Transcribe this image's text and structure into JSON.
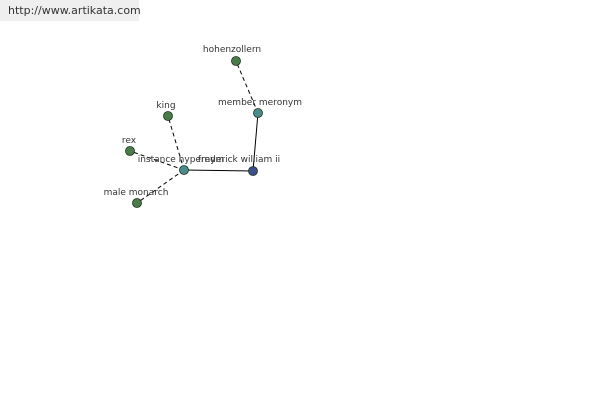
{
  "watermark": "http://www.artikata.com",
  "colors": {
    "leaf": "#4a7c4a",
    "relation": "#4a8c8c",
    "center": "#3d4f8c",
    "edge": "#000000"
  },
  "nodes": {
    "hohenzollern": {
      "label": "hohenzollern",
      "kind": "leaf"
    },
    "member_meronym": {
      "label": "member meronym",
      "kind": "relation"
    },
    "king": {
      "label": "king",
      "kind": "leaf"
    },
    "rex": {
      "label": "rex",
      "kind": "leaf"
    },
    "instance_hypernym": {
      "label": "instance hypernym",
      "kind": "relation"
    },
    "frederick_william_ii": {
      "label": "frederick william ii",
      "kind": "center"
    },
    "male_monarch": {
      "label": "male monarch",
      "kind": "leaf"
    }
  },
  "edges": [
    {
      "from": "frederick_william_ii",
      "to": "instance_hypernym",
      "style": "solid"
    },
    {
      "from": "frederick_william_ii",
      "to": "member_meronym",
      "style": "solid"
    },
    {
      "from": "member_meronym",
      "to": "hohenzollern",
      "style": "dashed"
    },
    {
      "from": "instance_hypernym",
      "to": "king",
      "style": "dashed"
    },
    {
      "from": "instance_hypernym",
      "to": "rex",
      "style": "dashed"
    },
    {
      "from": "instance_hypernym",
      "to": "male_monarch",
      "style": "dashed"
    }
  ]
}
